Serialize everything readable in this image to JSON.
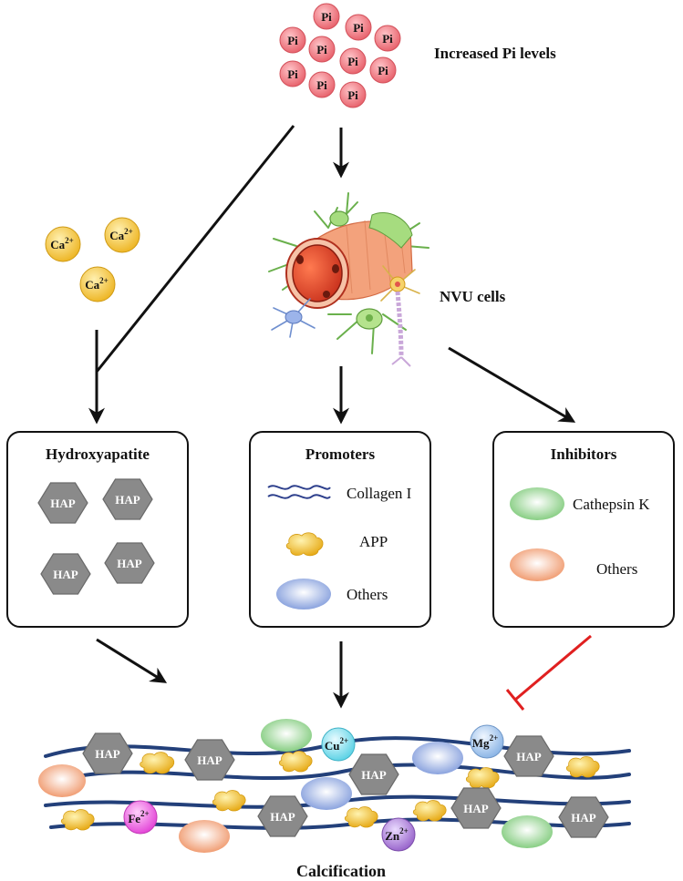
{
  "top": {
    "pi_label": "Pi",
    "pi_caption": "Increased Pi levels"
  },
  "calcium": {
    "ion_label": "Ca",
    "ion_charge": "2+"
  },
  "nvu": {
    "caption": "NVU cells"
  },
  "boxes": {
    "hydroxyapatite": {
      "title": "Hydroxyapatite",
      "hap_label": "HAP"
    },
    "promoters": {
      "title": "Promoters",
      "items": [
        "Collagen I",
        "APP",
        "Others"
      ]
    },
    "inhibitors": {
      "title": "Inhibitors",
      "items": [
        "Cathepsin K",
        "Others"
      ]
    }
  },
  "bottom": {
    "hap_label": "HAP",
    "ions": [
      {
        "symbol": "Cu",
        "charge": "2+"
      },
      {
        "symbol": "Mg",
        "charge": "2+"
      },
      {
        "symbol": "Fe",
        "charge": "2+"
      },
      {
        "symbol": "Zn",
        "charge": "2+"
      }
    ],
    "caption": "Calcification"
  },
  "colors": {
    "pi": "#f07b83",
    "calcium": "#f7c948",
    "inhibit_arrow": "#e02020",
    "fiber": "#23407a",
    "collagen": "#2d3f8c",
    "green_oval": "#8fd48a",
    "orange_oval": "#f4a37c",
    "blue_oval": "#8fa9df",
    "cu": "#7ee0ee",
    "mg": "#a8c9ee",
    "fe": "#f06be6",
    "zn": "#b283d9"
  }
}
